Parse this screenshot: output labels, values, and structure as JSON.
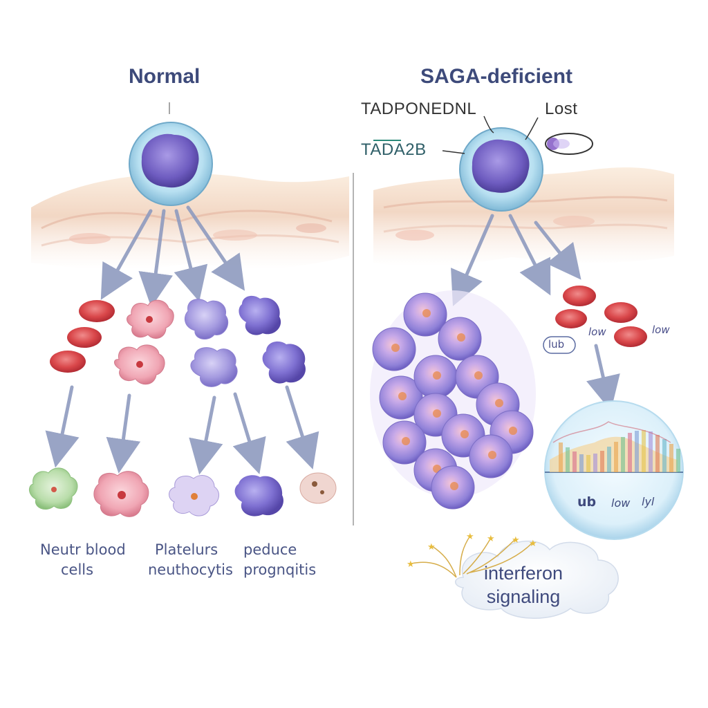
{
  "normal_panel": {
    "title": "Normal",
    "labels": [
      {
        "line1": "Neutr blood",
        "line2": "cells"
      },
      {
        "line1": "Platelurs",
        "line2": "neuthocytis"
      },
      {
        "line1": "peduce",
        "line2": "prognqitis"
      }
    ]
  },
  "deficient_panel": {
    "title": "SAGA-deficient",
    "gene_label_1": "TADPONEDNL",
    "gene_label_2": "TADA2B",
    "lost_label": "Lost",
    "rbc_labels": {
      "a": "lub",
      "b": "low",
      "c": "low"
    },
    "sphere_labels": {
      "a": "ub",
      "b": "low",
      "c": "lyl"
    },
    "cloud_label": {
      "line1": "interferon",
      "line2": "signaling"
    }
  },
  "colors": {
    "title": "#3d4a7a",
    "arrow": "#8f9bbf",
    "nucleus": "#7b6cc4",
    "cell_membrane": "#a9d6ec",
    "rbc": "#d9474a",
    "platelet_pink": "#f0a6b4",
    "purple_cell": "#a59be0",
    "tissue": "#f2d7c4"
  }
}
